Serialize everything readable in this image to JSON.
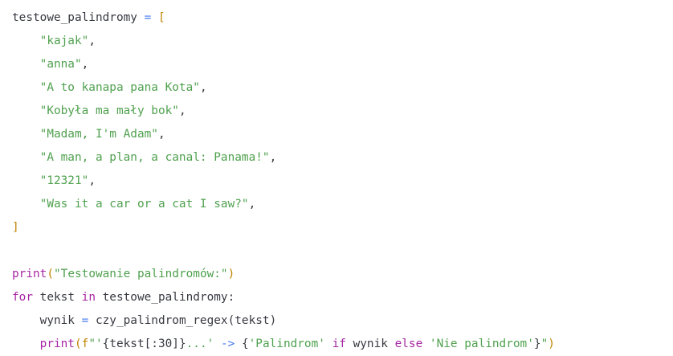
{
  "code": {
    "language": "python",
    "lines": [
      [
        {
          "t": "testowe_palindromy ",
          "k": "plain"
        },
        {
          "t": "=",
          "k": "op"
        },
        {
          "t": " ",
          "k": "plain"
        },
        {
          "t": "[",
          "k": "br"
        }
      ],
      [
        {
          "t": "    ",
          "k": "plain"
        },
        {
          "t": "\"kajak\"",
          "k": "str"
        },
        {
          "t": ",",
          "k": "plain"
        }
      ],
      [
        {
          "t": "    ",
          "k": "plain"
        },
        {
          "t": "\"anna\"",
          "k": "str"
        },
        {
          "t": ",",
          "k": "plain"
        }
      ],
      [
        {
          "t": "    ",
          "k": "plain"
        },
        {
          "t": "\"A to kanapa pana Kota\"",
          "k": "str"
        },
        {
          "t": ",",
          "k": "plain"
        }
      ],
      [
        {
          "t": "    ",
          "k": "plain"
        },
        {
          "t": "\"Kobyła ma mały bok\"",
          "k": "str"
        },
        {
          "t": ",",
          "k": "plain"
        }
      ],
      [
        {
          "t": "    ",
          "k": "plain"
        },
        {
          "t": "\"Madam, I'm Adam\"",
          "k": "str"
        },
        {
          "t": ",",
          "k": "plain"
        }
      ],
      [
        {
          "t": "    ",
          "k": "plain"
        },
        {
          "t": "\"A man, a plan, a canal: Panama!\"",
          "k": "str"
        },
        {
          "t": ",",
          "k": "plain"
        }
      ],
      [
        {
          "t": "    ",
          "k": "plain"
        },
        {
          "t": "\"12321\"",
          "k": "str"
        },
        {
          "t": ",",
          "k": "plain"
        }
      ],
      [
        {
          "t": "    ",
          "k": "plain"
        },
        {
          "t": "\"Was it a car or a cat I saw?\"",
          "k": "str"
        },
        {
          "t": ",",
          "k": "plain"
        }
      ],
      [
        {
          "t": "]",
          "k": "br"
        }
      ],
      [],
      [
        {
          "t": "print",
          "k": "fn"
        },
        {
          "t": "(",
          "k": "br"
        },
        {
          "t": "\"Testowanie palindromów:\"",
          "k": "str"
        },
        {
          "t": ")",
          "k": "br"
        }
      ],
      [
        {
          "t": "for",
          "k": "kw"
        },
        {
          "t": " tekst ",
          "k": "plain"
        },
        {
          "t": "in",
          "k": "kw"
        },
        {
          "t": " testowe_palindromy:",
          "k": "plain"
        }
      ],
      [
        {
          "t": "    wynik ",
          "k": "plain"
        },
        {
          "t": "=",
          "k": "op"
        },
        {
          "t": " czy_palindrom_regex(tekst)",
          "k": "plain"
        }
      ],
      [
        {
          "t": "    ",
          "k": "plain"
        },
        {
          "t": "print",
          "k": "fn"
        },
        {
          "t": "(",
          "k": "br"
        },
        {
          "t": "f",
          "k": "br"
        },
        {
          "t": "\"'",
          "k": "str"
        },
        {
          "t": "{tekst[:30]}",
          "k": "plain"
        },
        {
          "t": "...' ",
          "k": "str"
        },
        {
          "t": "->",
          "k": "op"
        },
        {
          "t": " ",
          "k": "str"
        },
        {
          "t": "{",
          "k": "plain"
        },
        {
          "t": "'Palindrom'",
          "k": "str"
        },
        {
          "t": " ",
          "k": "plain"
        },
        {
          "t": "if",
          "k": "kw"
        },
        {
          "t": " wynik ",
          "k": "plain"
        },
        {
          "t": "else",
          "k": "kw"
        },
        {
          "t": " ",
          "k": "plain"
        },
        {
          "t": "'Nie palindrom'",
          "k": "str"
        },
        {
          "t": "}",
          "k": "plain"
        },
        {
          "t": "\"",
          "k": "str"
        },
        {
          "t": ")",
          "k": "br"
        }
      ]
    ]
  }
}
